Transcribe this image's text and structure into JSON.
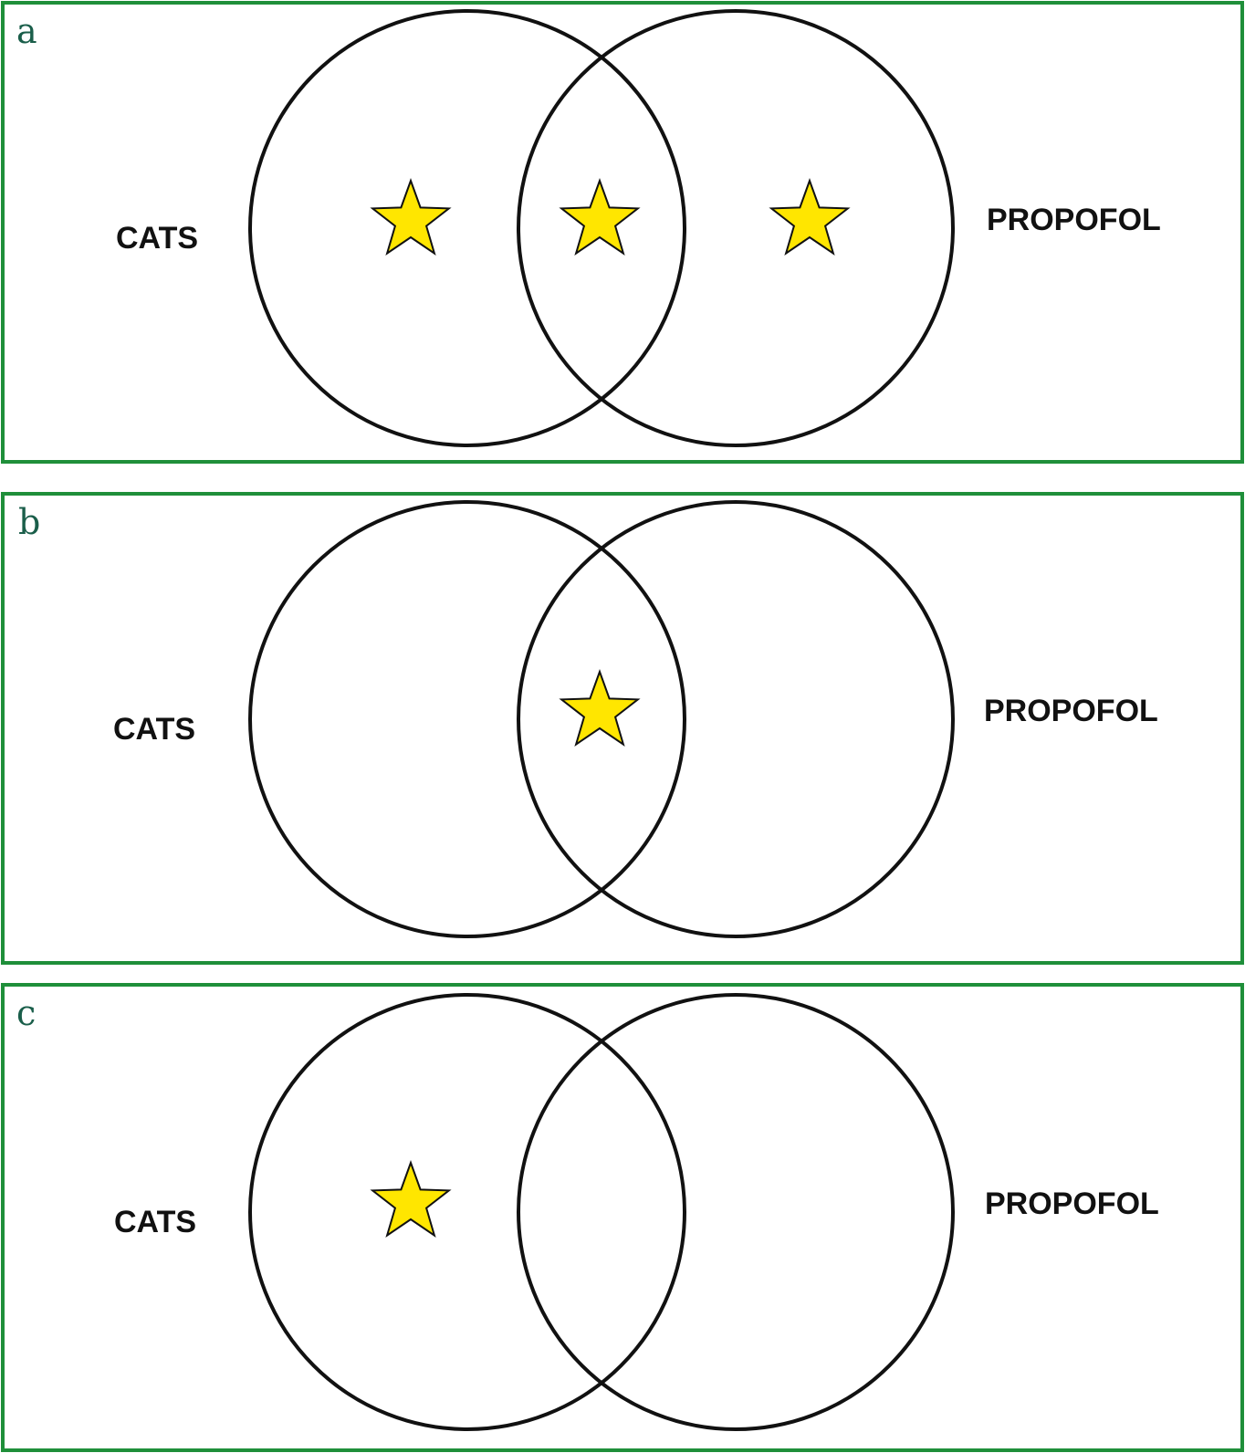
{
  "colors": {
    "frame": "#1f8f3a",
    "star_fill": "#ffe600",
    "outline": "#111111",
    "panel_letter": "#1a5e4a"
  },
  "panels": [
    {
      "letter": "a",
      "left_label": "CATS",
      "right_label": "PROPOFOL",
      "stars": [
        "left-only",
        "intersection",
        "right-only"
      ]
    },
    {
      "letter": "b",
      "left_label": "CATS",
      "right_label": "PROPOFOL",
      "stars": [
        "intersection"
      ]
    },
    {
      "letter": "c",
      "left_label": "CATS",
      "right_label": "PROPOFOL",
      "stars": [
        "left-only"
      ]
    }
  ]
}
